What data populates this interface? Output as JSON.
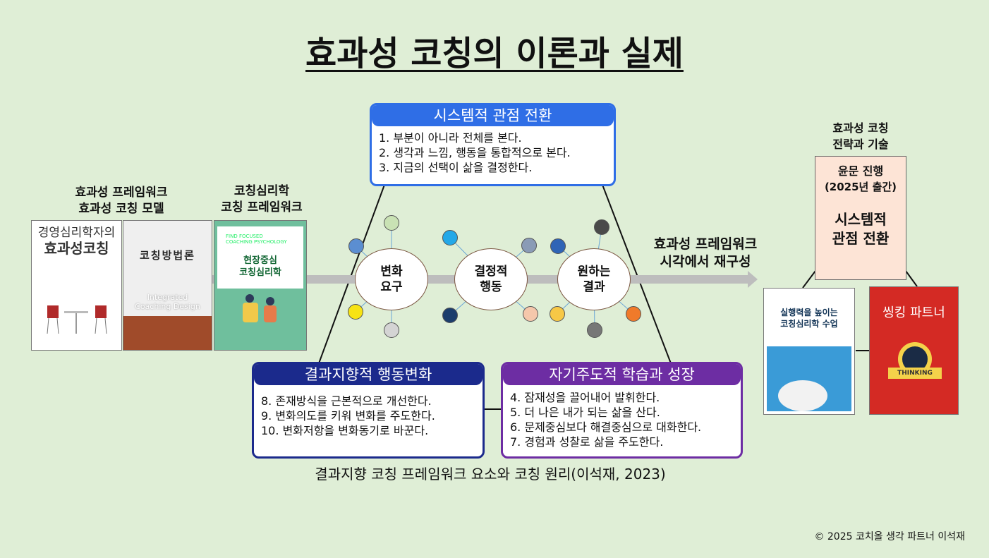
{
  "title": "효과성 코칭의 이론과 실제",
  "boxes": {
    "system": {
      "heading": "시스템적 관점 전환",
      "items": [
        "1. 부분이 아니라 전체를 본다.",
        "2. 생각과 느낌, 행동을 통합적으로 본다.",
        "3. 지금의 선택이 삶을 결정한다."
      ],
      "color": "#2f6ee6"
    },
    "result": {
      "heading": "결과지향적 행동변화",
      "items": [
        "8. 존재방식을 근본적으로 개선한다.",
        "9. 변화의도를 키워 변화를 주도한다.",
        "10. 변화저항을 변화동기로 바꾼다."
      ],
      "color": "#1b2a8c"
    },
    "self": {
      "heading": "자기주도적 학습과 성장",
      "items": [
        "4. 잠재성을 끌어내어 발휘한다.",
        "5. 더 나은 내가 되는 삶을 산다.",
        "6. 문제중심보다 해결중심으로 대화한다.",
        "7. 경험과 성찰로 삶을 주도한다."
      ],
      "color": "#6d2da3"
    }
  },
  "nodes": [
    {
      "label": "변화\n요구"
    },
    {
      "label": "결정적\n행동"
    },
    {
      "label": "원하는\n결과"
    }
  ],
  "dot_colors": [
    "#c9e2b4",
    "#5b8ed1",
    "#f7e314",
    "#d4d4d4",
    "#24a8e8",
    "#1c3d6c",
    "#8a9bb6",
    "#f5c7ab",
    "#2f64b6",
    "#4a4a4a",
    "#f7c846",
    "#f07a2a",
    "#777777"
  ],
  "captions": {
    "left_book1": "효과성 프레임워크\n효과성 코칭 모델",
    "left_book2": "코칭심리학\n코칭 프레임워크",
    "right": "효과성 프레임워크\n시각에서 재구성",
    "strategy": "효과성 코칭\n전략과 기술",
    "bottom": "결과지향 코칭 프레임워크 요소와 코칭 원리(이석재, 2023)"
  },
  "strategy_box": {
    "line1": "윤문 진행",
    "line2": "(2025년 출간)",
    "title": "시스템적\n관점 전환"
  },
  "books": {
    "book1": {
      "title_top": "경영심리학자의",
      "title_main": "효과성코칭"
    },
    "book2": {
      "title": "코칭방법론",
      "english": "Integrated\nCoaching Design"
    },
    "book3": {
      "english": "FIND FOCUSED\nCOACHING PSYCHOLOGY",
      "title": "현장중심\n코칭심리학"
    },
    "book4": {
      "title": "실행력을 높이는\n코칭심리학 수업"
    },
    "book5": {
      "title": "씽킹 파트너",
      "label": "THINKING"
    }
  },
  "copyright": "© 2025 코치올 생각 파트너 이석재"
}
